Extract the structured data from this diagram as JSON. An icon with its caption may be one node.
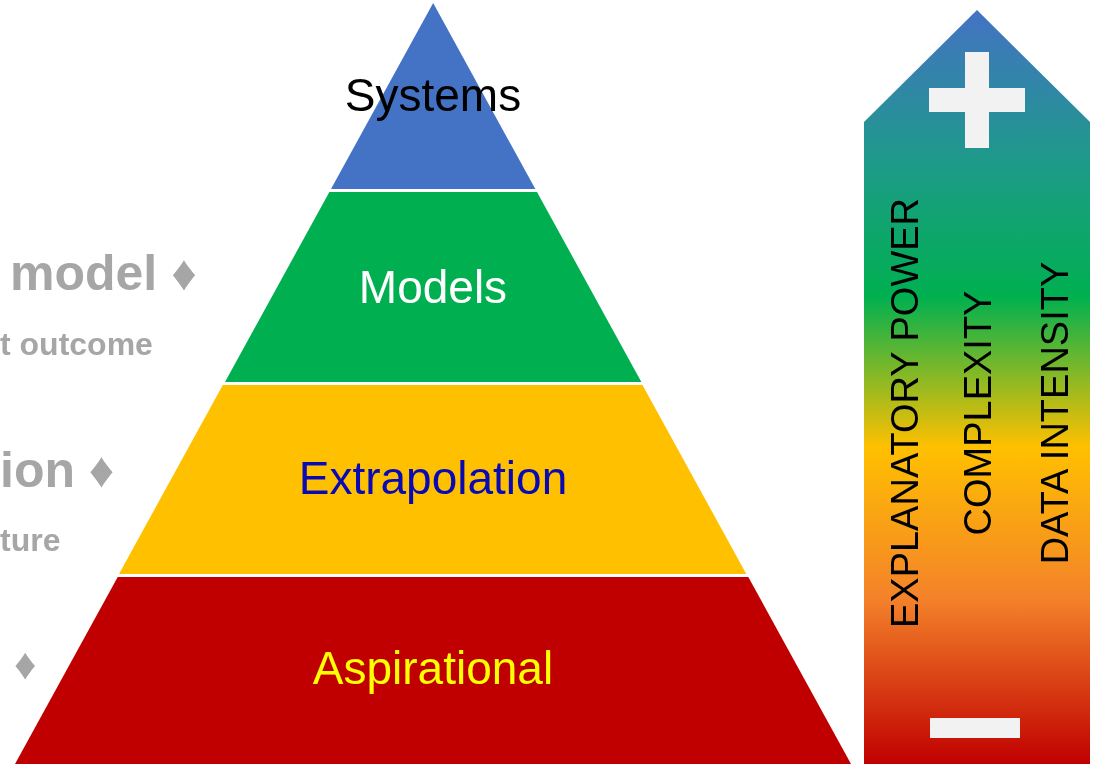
{
  "diagram": {
    "nodes": [
      {
        "text": [
          "Systems"
        ]
      },
      {
        "text": [
          "Models"
        ]
      },
      {
        "text": [
          "Extrapolation"
        ]
      },
      {
        "text": [
          "Aspirational"
        ]
      },
      {
        "text": [
          "EXPLANATORY POWER",
          "COMPLEXITY",
          "DATA INTENSITY"
        ]
      }
    ],
    "edges": [],
    "labels": [
      "model ♦",
      "t outcome",
      "ion ♦",
      "ture",
      "♦"
    ]
  }
}
